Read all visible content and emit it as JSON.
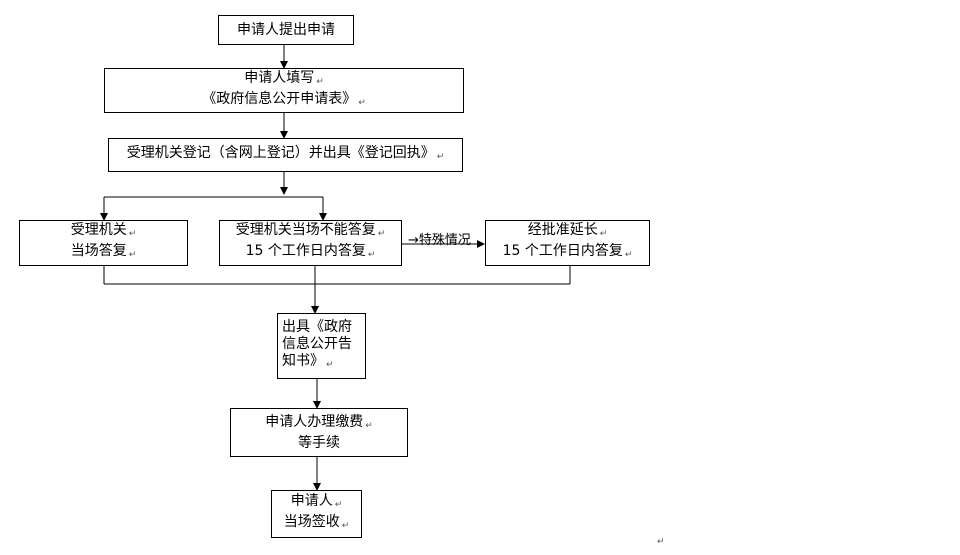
{
  "para_mark": "↵",
  "nodes": {
    "submit": {
      "lines": [
        "申请人提出申请"
      ]
    },
    "fill_form": {
      "lines": [
        "申请人填写",
        "《政府信息公开申请表》"
      ]
    },
    "register": {
      "lines": [
        "受理机关登记（含网上登记）并出具《登记回执》"
      ]
    },
    "immediate": {
      "lines": [
        "受理机关",
        "当场答复"
      ]
    },
    "within15": {
      "lines": [
        "受理机关当场不能答复",
        "15 个工作日内答复"
      ]
    },
    "extended": {
      "lines": [
        "经批准延长",
        "15 个工作日内答复"
      ]
    },
    "issue_notice": {
      "lines": [
        "出具《政府",
        "信息公开告",
        "知书》"
      ]
    },
    "fees": {
      "lines": [
        "申请人办理缴费",
        "等手续"
      ]
    },
    "sign": {
      "lines": [
        "申请人",
        "当场签收"
      ]
    }
  },
  "edge_labels": {
    "special": "→特殊情况"
  }
}
